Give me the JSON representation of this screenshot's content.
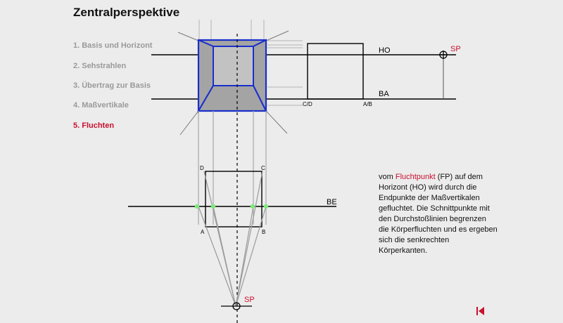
{
  "title": "Zentralperspektive",
  "steps": [
    {
      "label": "1. Basis und Horizont",
      "active": false
    },
    {
      "label": "2. Sehstrahlen",
      "active": false
    },
    {
      "label": "3. Übertrag zur Basis",
      "active": false
    },
    {
      "label": "4. Maßvertikale",
      "active": false
    },
    {
      "label": "5. Fluchten",
      "active": true
    }
  ],
  "labels": {
    "ho": "HO",
    "ba": "BA",
    "be": "BE",
    "sp": "SP",
    "cd": "C/D",
    "ab": "A/B",
    "a": "A",
    "b": "B",
    "c": "C",
    "d": "D"
  },
  "description": {
    "pre": "vom ",
    "highlight": "Fluchtpunkt",
    "post": " (FP) auf dem Horizont (HO) wird durch die Endpunkte der Maßvertikalen gefluchtet. Die Schnittpunkte mit den Durchstoßlinien begrenzen die Körperfluchten und es ergeben sich die senkrechten Körperkanten."
  },
  "colors": {
    "accent": "#c8102e",
    "blue": "#1a2fcc",
    "point": "#7dea7d"
  },
  "icons": {
    "back": "skip-back-icon"
  }
}
